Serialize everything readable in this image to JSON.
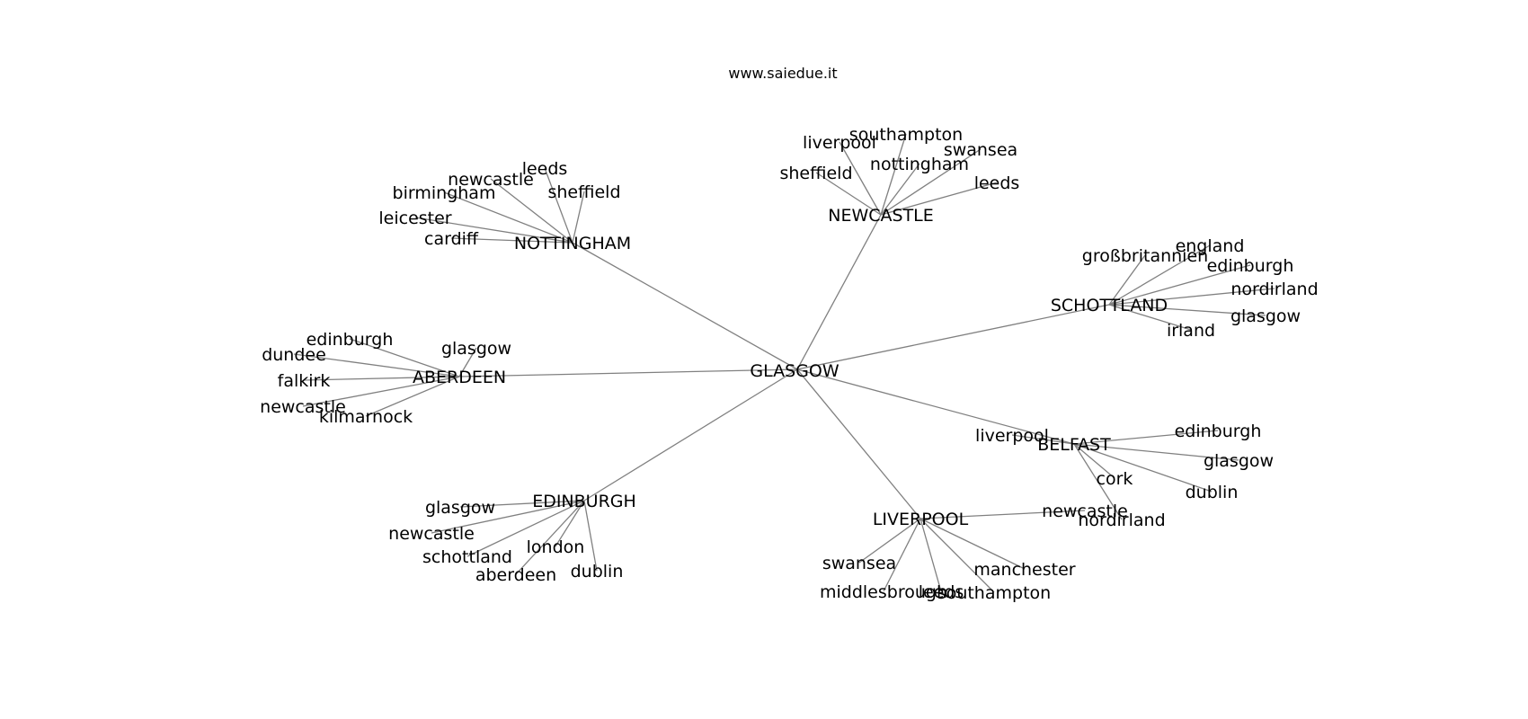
{
  "site": "www.saiedue.it",
  "center": "GLASGOW",
  "hubs": [
    {
      "id": "nottingham",
      "label": "NOTTINGHAM",
      "leaves": [
        "leeds",
        "newcastle",
        "sheffield",
        "birmingham",
        "leicester",
        "cardiff"
      ]
    },
    {
      "id": "newcastle",
      "label": "NEWCASTLE",
      "leaves": [
        "southampton",
        "liverpool",
        "swansea",
        "nottingham",
        "sheffield",
        "leeds"
      ]
    },
    {
      "id": "schottland",
      "label": "SCHOTTLAND",
      "leaves": [
        "england",
        "großbritannien",
        "edinburgh",
        "nordirland",
        "glasgow",
        "irland"
      ]
    },
    {
      "id": "aberdeen",
      "label": "ABERDEEN",
      "leaves": [
        "edinburgh",
        "glasgow",
        "dundee",
        "falkirk",
        "newcastle",
        "kilmarnock"
      ]
    },
    {
      "id": "belfast",
      "label": "BELFAST",
      "leaves": [
        "liverpool",
        "edinburgh",
        "glasgow",
        "cork",
        "dublin",
        "nordirland"
      ]
    },
    {
      "id": "edinburgh",
      "label": "EDINBURGH",
      "leaves": [
        "glasgow",
        "newcastle",
        "london",
        "schottland",
        "dublin",
        "aberdeen"
      ]
    },
    {
      "id": "liverpool",
      "label": "LIVERPOOL",
      "leaves": [
        "newcastle",
        "swansea",
        "manchester",
        "middlesbrough",
        "leeds",
        "southampton"
      ]
    }
  ]
}
